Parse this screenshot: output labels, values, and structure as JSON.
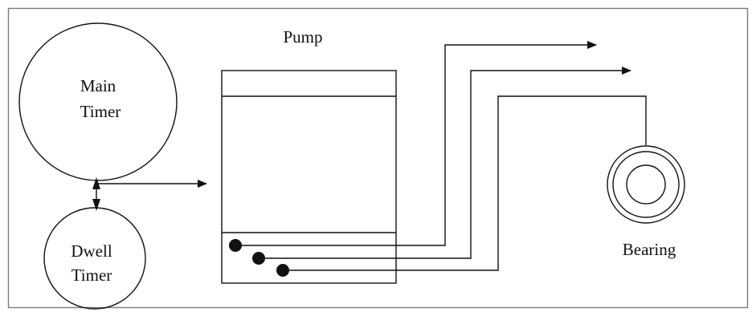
{
  "diagram": {
    "labels": {
      "pump": "Pump",
      "main_timer_line1": "Main",
      "main_timer_line2": "Timer",
      "dwell_timer_line1": "Dwell",
      "dwell_timer_line2": "Timer",
      "bearing": "Bearing"
    },
    "colors": {
      "line": "#111111",
      "background": "#ffffff",
      "frame": "#7a7a7a"
    }
  }
}
